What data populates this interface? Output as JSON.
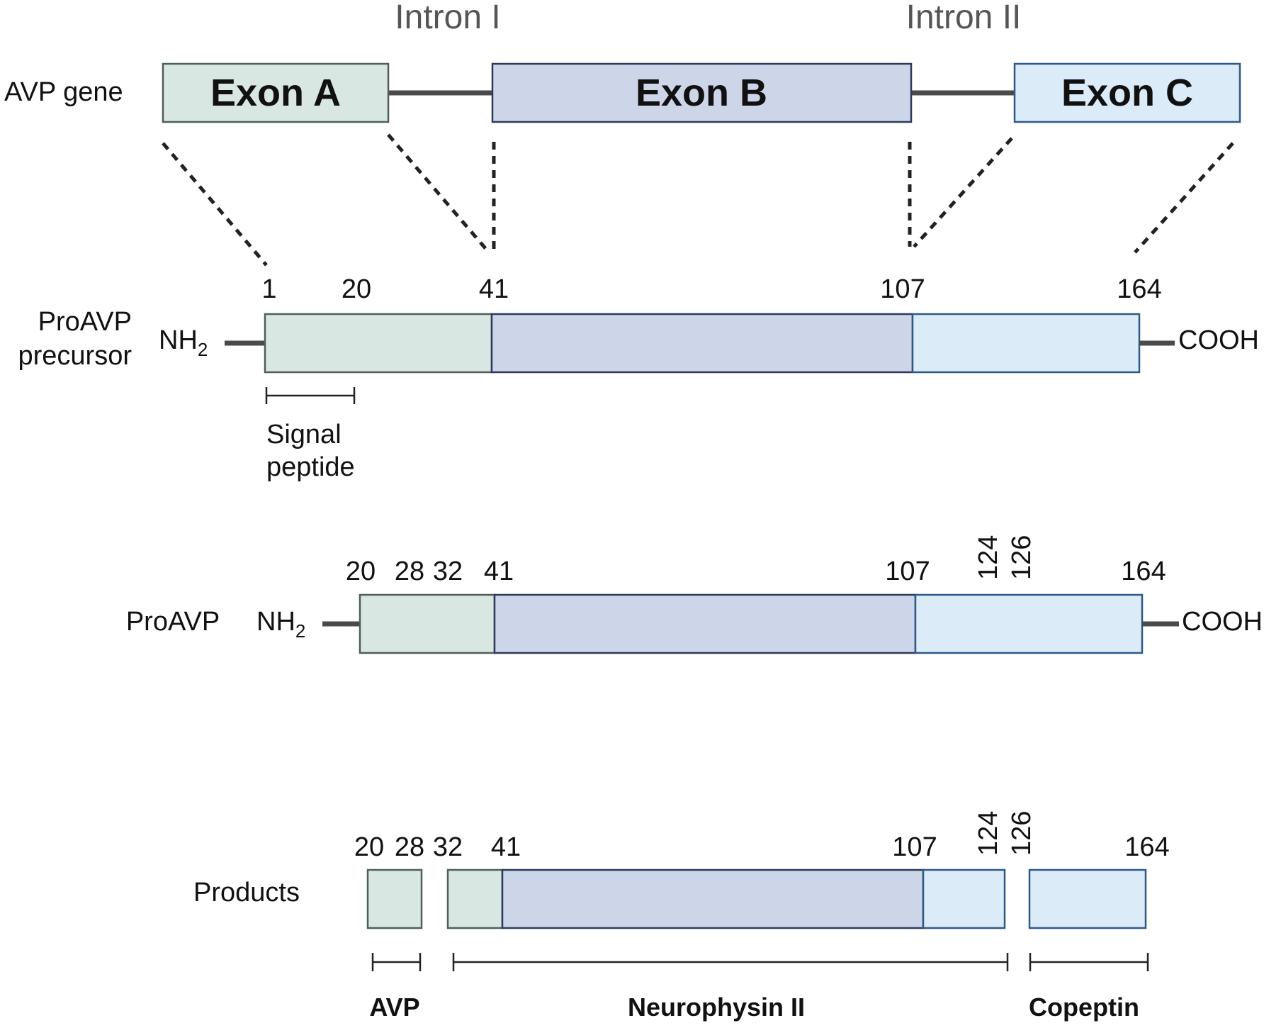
{
  "gene": {
    "label": "AVP gene",
    "introns": [
      "Intron I",
      "Intron II"
    ],
    "exons": [
      {
        "label": "Exon A",
        "color": "#d9e7e3",
        "border": "#4e5f5a"
      },
      {
        "label": "Exon B",
        "color": "#cdd5e9",
        "border": "#2e3a5c"
      },
      {
        "label": "Exon C",
        "color": "#dcebf8",
        "border": "#2d5a85"
      }
    ]
  },
  "precursor": {
    "label_line1": "ProAVP",
    "label_line2": "precursor",
    "n_term": "NH",
    "n_term_sub": "2",
    "c_term": "COOH",
    "positions": [
      "1",
      "20",
      "41",
      "107",
      "164"
    ],
    "signal_label_line1": "Signal",
    "signal_label_line2": "peptide"
  },
  "proavp": {
    "label": "ProAVP",
    "n_term": "NH",
    "n_term_sub": "2",
    "c_term": "COOH",
    "positions": [
      "20",
      "28",
      "32",
      "41",
      "107",
      "164"
    ],
    "rotated_positions": [
      "124",
      "126"
    ]
  },
  "products": {
    "label": "Products",
    "positions": [
      "20",
      "28",
      "32",
      "41",
      "107",
      "164"
    ],
    "rotated_positions": [
      "124",
      "126"
    ],
    "names": [
      "AVP",
      "Neurophysin II",
      "Copeptin"
    ]
  },
  "colors": {
    "exon_a": "#d9e7e3",
    "exon_b": "#cdd5e9",
    "exon_c": "#dcebf8",
    "connector": "#4a4a4a"
  }
}
